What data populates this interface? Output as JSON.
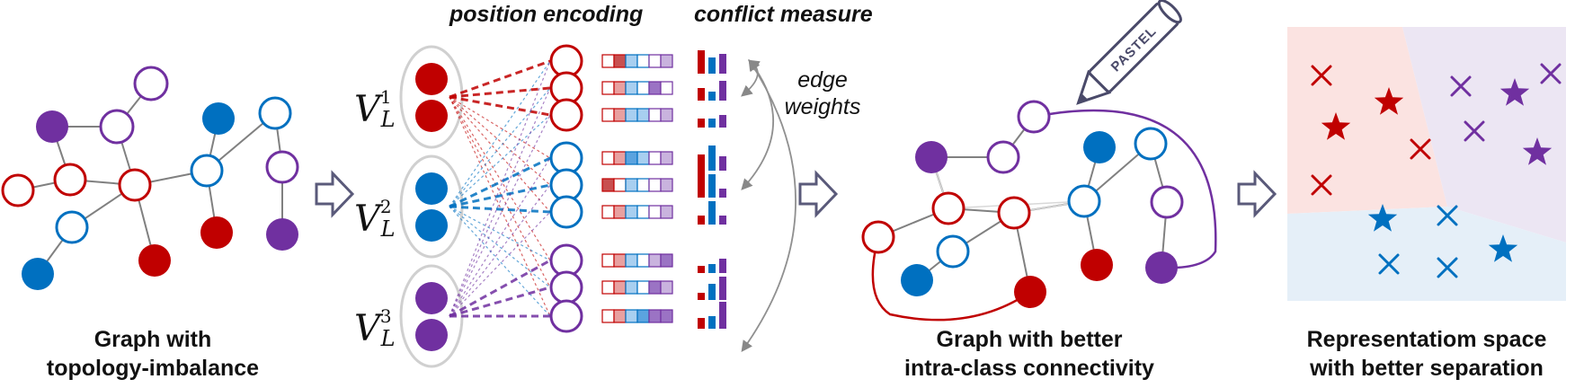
{
  "panels": {
    "input_graph": {
      "label_line1": "Graph with",
      "label_line2": "topology-imbalance"
    },
    "encoding": {
      "position_header": "position encoding",
      "conflict_header": "conflict measure",
      "edge_weights_line1": "edge",
      "edge_weights_line2": "weights",
      "class_sets": [
        {
          "symbol": "V",
          "sub": "L",
          "sup": "1"
        },
        {
          "symbol": "V",
          "sub": "L",
          "sup": "2"
        },
        {
          "symbol": "V",
          "sub": "L",
          "sup": "3"
        }
      ]
    },
    "rewired_graph": {
      "label_line1": "Graph with better",
      "label_line2": "intra-class connectivity",
      "pencil_text": "PASTEL"
    },
    "representation": {
      "label_line1": "Representatiom space",
      "label_line2": "with better separation"
    }
  },
  "colors": {
    "red": "#c00000",
    "blue": "#0070c0",
    "purple": "#7030a0",
    "edge": "#808080",
    "region_red": "#fbe3e1",
    "region_purple": "#ece6f3",
    "region_blue": "#e5eff8"
  },
  "icons": [
    "right-arrow-icon",
    "pencil-icon",
    "cross-marker-icon",
    "star-marker-icon"
  ]
}
